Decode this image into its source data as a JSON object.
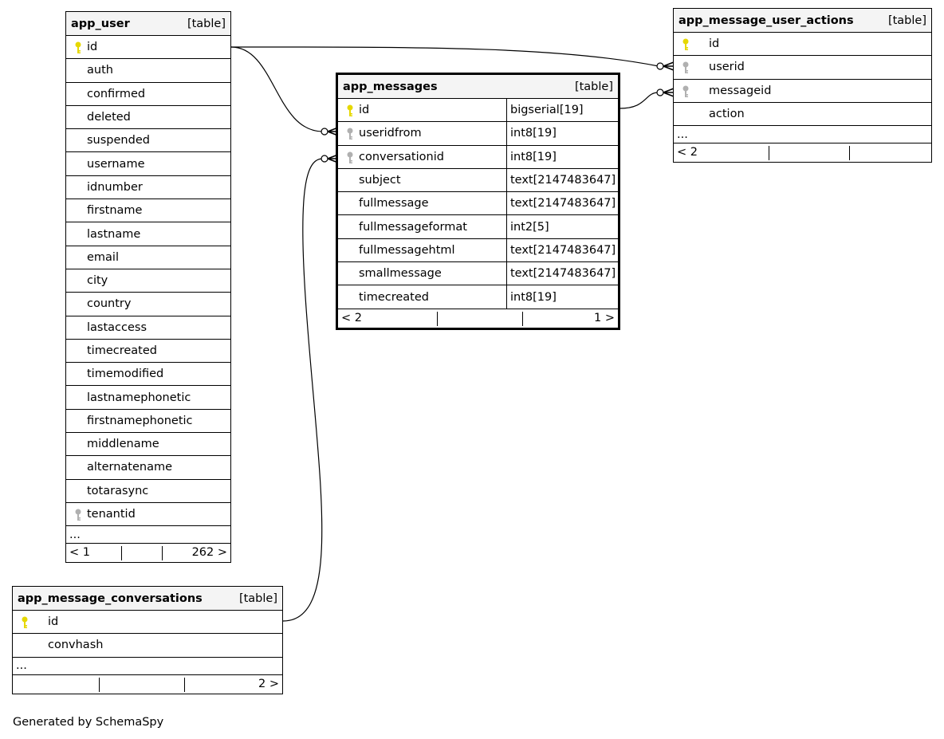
{
  "footer": "Generated by SchemaSpy",
  "tables": {
    "app_user": {
      "name": "app_user",
      "kind": "[table]",
      "columns": [
        {
          "name": "id",
          "key": "primary"
        },
        {
          "name": "auth",
          "key": ""
        },
        {
          "name": "confirmed",
          "key": ""
        },
        {
          "name": "deleted",
          "key": ""
        },
        {
          "name": "suspended",
          "key": ""
        },
        {
          "name": "username",
          "key": ""
        },
        {
          "name": "idnumber",
          "key": ""
        },
        {
          "name": "firstname",
          "key": ""
        },
        {
          "name": "lastname",
          "key": ""
        },
        {
          "name": "email",
          "key": ""
        },
        {
          "name": "city",
          "key": ""
        },
        {
          "name": "country",
          "key": ""
        },
        {
          "name": "lastaccess",
          "key": ""
        },
        {
          "name": "timecreated",
          "key": ""
        },
        {
          "name": "timemodified",
          "key": ""
        },
        {
          "name": "lastnamephonetic",
          "key": ""
        },
        {
          "name": "firstnamephonetic",
          "key": ""
        },
        {
          "name": "middlename",
          "key": ""
        },
        {
          "name": "alternatename",
          "key": ""
        },
        {
          "name": "totarasync",
          "key": ""
        },
        {
          "name": "tenantid",
          "key": "foreign"
        }
      ],
      "ellipsis": "...",
      "nav_left": "< 1",
      "nav_right": "262 >"
    },
    "app_messages": {
      "name": "app_messages",
      "kind": "[table]",
      "columns": [
        {
          "name": "id",
          "type": "bigserial[19]",
          "key": "primary"
        },
        {
          "name": "useridfrom",
          "type": "int8[19]",
          "key": "foreign"
        },
        {
          "name": "conversationid",
          "type": "int8[19]",
          "key": "foreign"
        },
        {
          "name": "subject",
          "type": "text[2147483647]",
          "key": ""
        },
        {
          "name": "fullmessage",
          "type": "text[2147483647]",
          "key": ""
        },
        {
          "name": "fullmessageformat",
          "type": "int2[5]",
          "key": ""
        },
        {
          "name": "fullmessagehtml",
          "type": "text[2147483647]",
          "key": ""
        },
        {
          "name": "smallmessage",
          "type": "text[2147483647]",
          "key": ""
        },
        {
          "name": "timecreated",
          "type": "int8[19]",
          "key": ""
        }
      ],
      "nav_left": "< 2",
      "nav_right": "1 >"
    },
    "app_message_user_actions": {
      "name": "app_message_user_actions",
      "kind": "[table]",
      "columns": [
        {
          "name": "id",
          "key": "primary"
        },
        {
          "name": "userid",
          "key": "foreign"
        },
        {
          "name": "messageid",
          "key": "foreign"
        },
        {
          "name": "action",
          "key": ""
        }
      ],
      "ellipsis": "...",
      "nav_left": "< 2",
      "nav_right": ""
    },
    "app_message_conversations": {
      "name": "app_message_conversations",
      "kind": "[table]",
      "columns": [
        {
          "name": "id",
          "key": "primary"
        },
        {
          "name": "convhash",
          "key": ""
        }
      ],
      "ellipsis": "...",
      "nav_left": "",
      "nav_right": "2 >"
    }
  },
  "colors": {
    "primary_key": "#e6d800",
    "foreign_key": "#b0b0b0",
    "header_bg": "#f4f4f4"
  }
}
